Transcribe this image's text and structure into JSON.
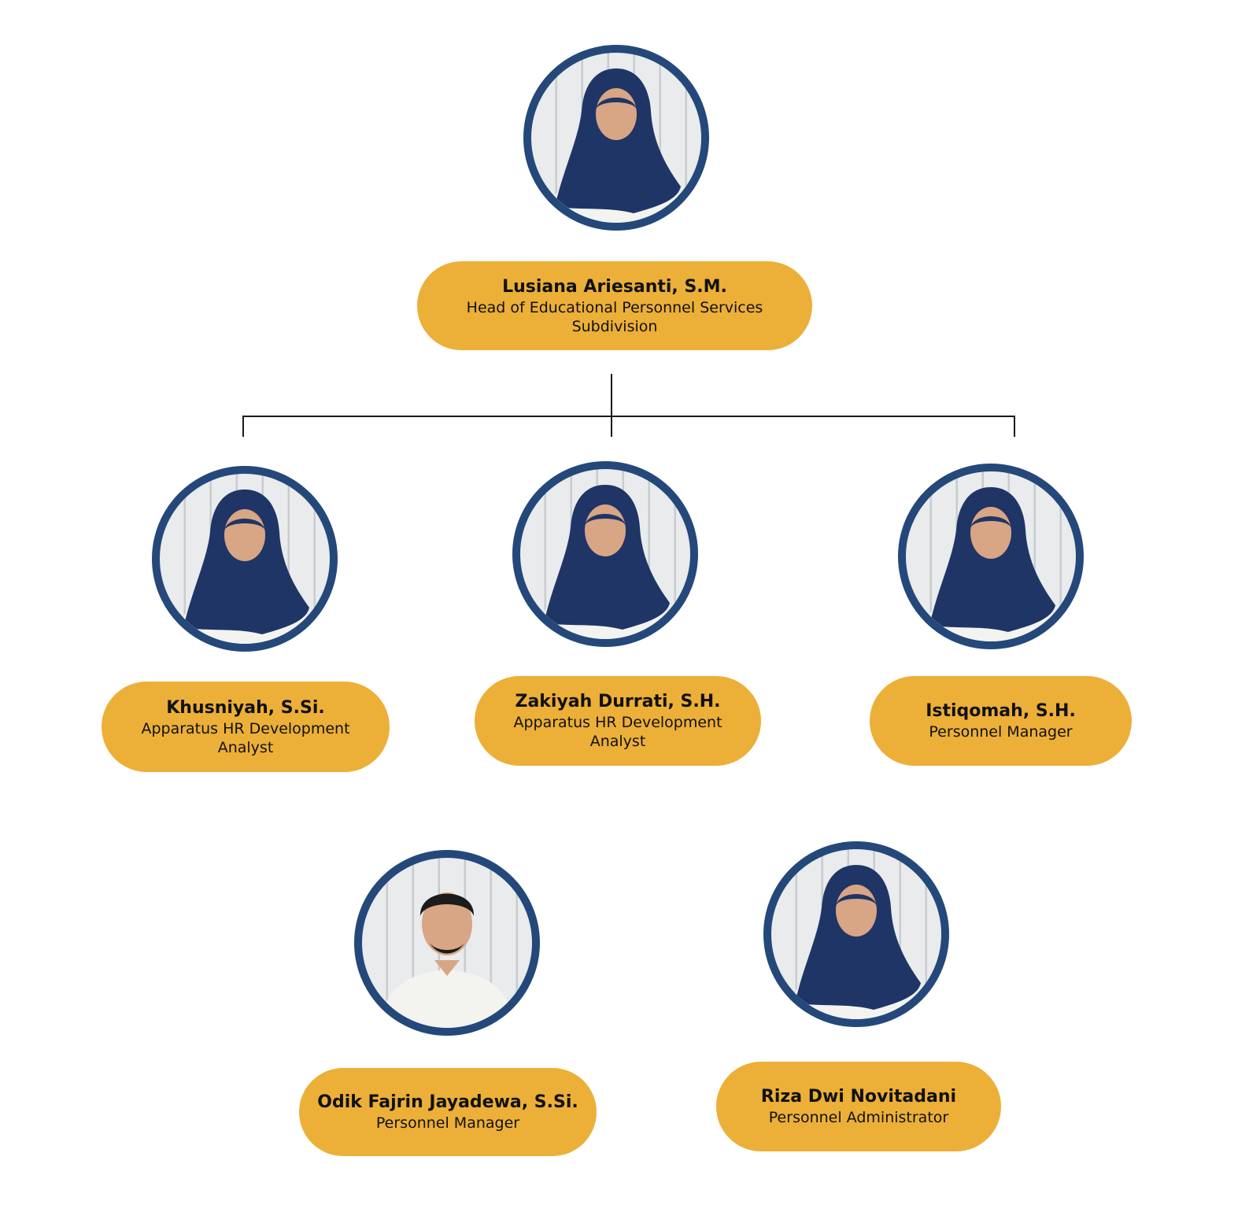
{
  "colors": {
    "accent": "#ecaf38",
    "frame": "#24487a",
    "hijab": "#1e3566",
    "shirt": "#f3f3f0",
    "skin": "#d8a585",
    "hair": "#1b1b1b"
  },
  "head": {
    "name": "Lusiana Ariesanti, S.M.",
    "role": "Head of Educational Personnel Services Subdivision"
  },
  "staff": [
    {
      "name": "Khusniyah, S.Si.",
      "role": "Apparatus HR Development Analyst"
    },
    {
      "name": "Zakiyah Durrati, S.H.",
      "role": "Apparatus HR Development Analyst"
    },
    {
      "name": "Istiqomah, S.H.",
      "role": "Personnel Manager"
    },
    {
      "name": "Odik Fajrin Jayadewa, S.Si.",
      "role": "Personnel Manager"
    },
    {
      "name": "Riza Dwi Novitadani",
      "role": "Personnel Administrator"
    }
  ]
}
